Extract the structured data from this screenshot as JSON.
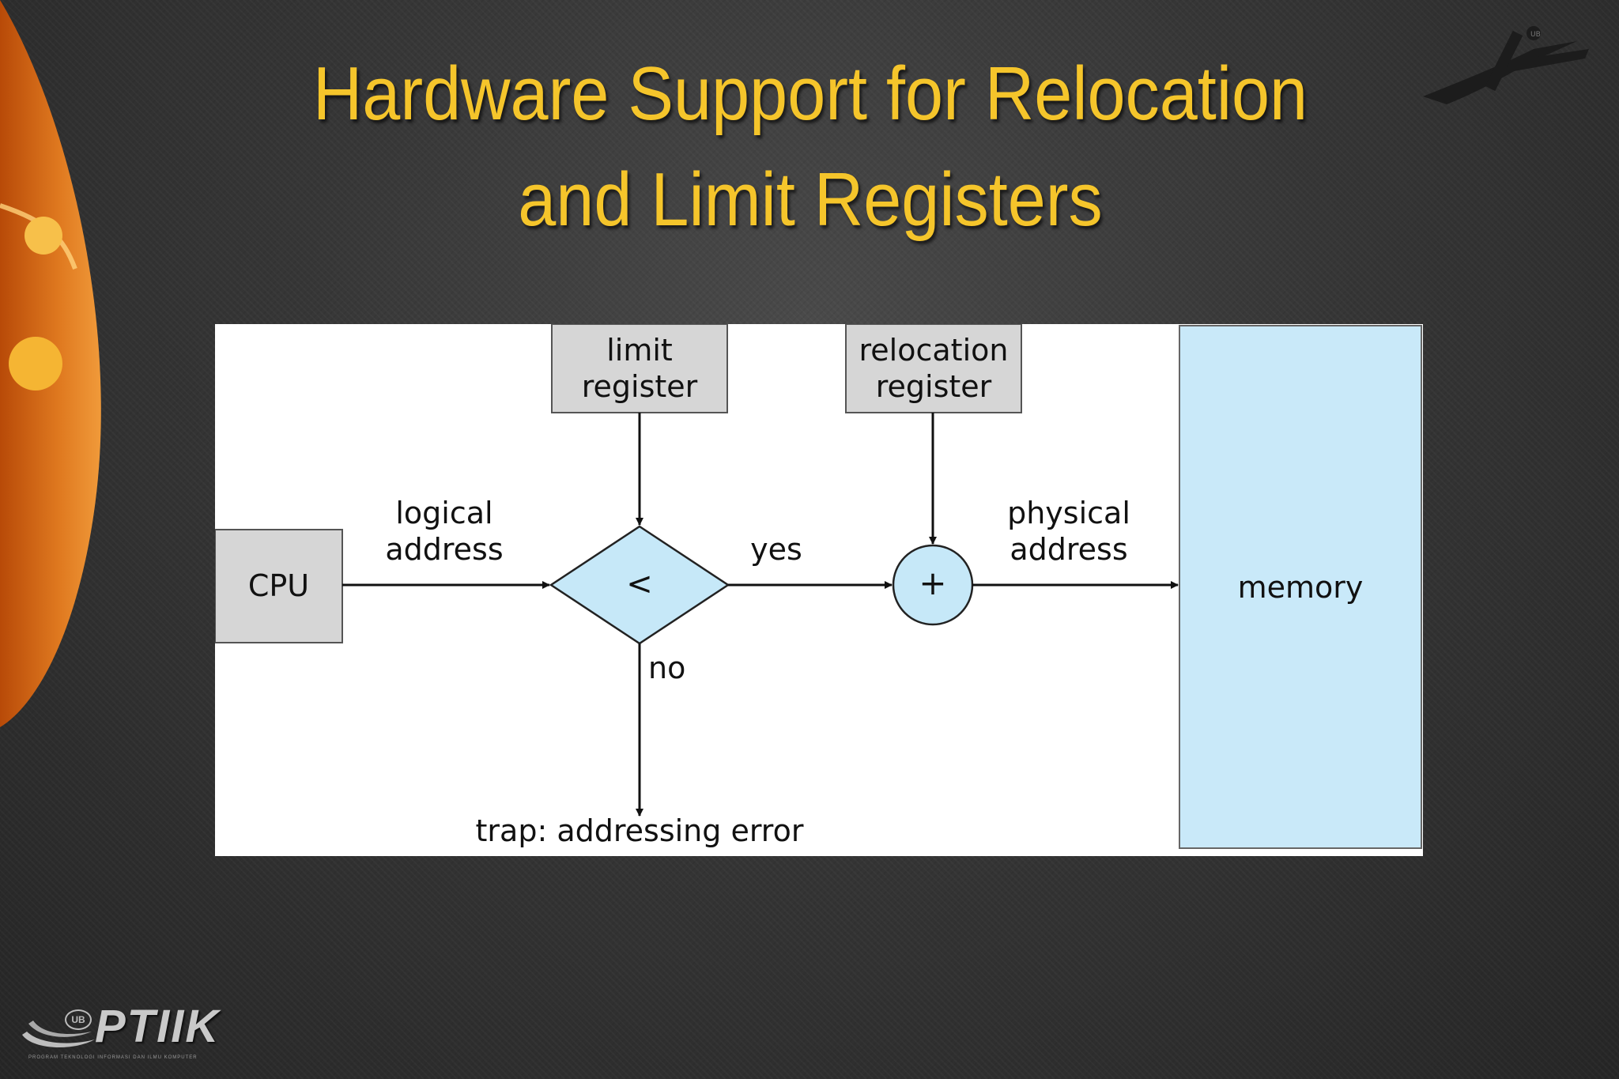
{
  "slide": {
    "title_line1": "Hardware Support for Relocation",
    "title_line2": "and Limit Registers"
  },
  "diagram": {
    "limit_register": [
      "limit",
      "register"
    ],
    "relocation_register": [
      "relocation",
      "register"
    ],
    "cpu": "CPU",
    "logical_address": [
      "logical",
      "address"
    ],
    "comparator_symbol": "<",
    "yes": "yes",
    "no": "no",
    "adder_symbol": "+",
    "physical_address": [
      "physical",
      "address"
    ],
    "memory": "memory",
    "trap": "trap: addressing error"
  },
  "logos": {
    "top_right_badge": "UB",
    "bottom_left_badge": "UB",
    "bottom_left_name": "PTIIK",
    "bottom_left_tagline": "PROGRAM TEKNOLOGI INFORMASI DAN ILMU KOMPUTER"
  },
  "colors": {
    "title": "#f5c52b",
    "register_box": "#d6d6d6",
    "comparator_fill": "#c6e8f8",
    "memory_fill": "#c9e9f9"
  }
}
